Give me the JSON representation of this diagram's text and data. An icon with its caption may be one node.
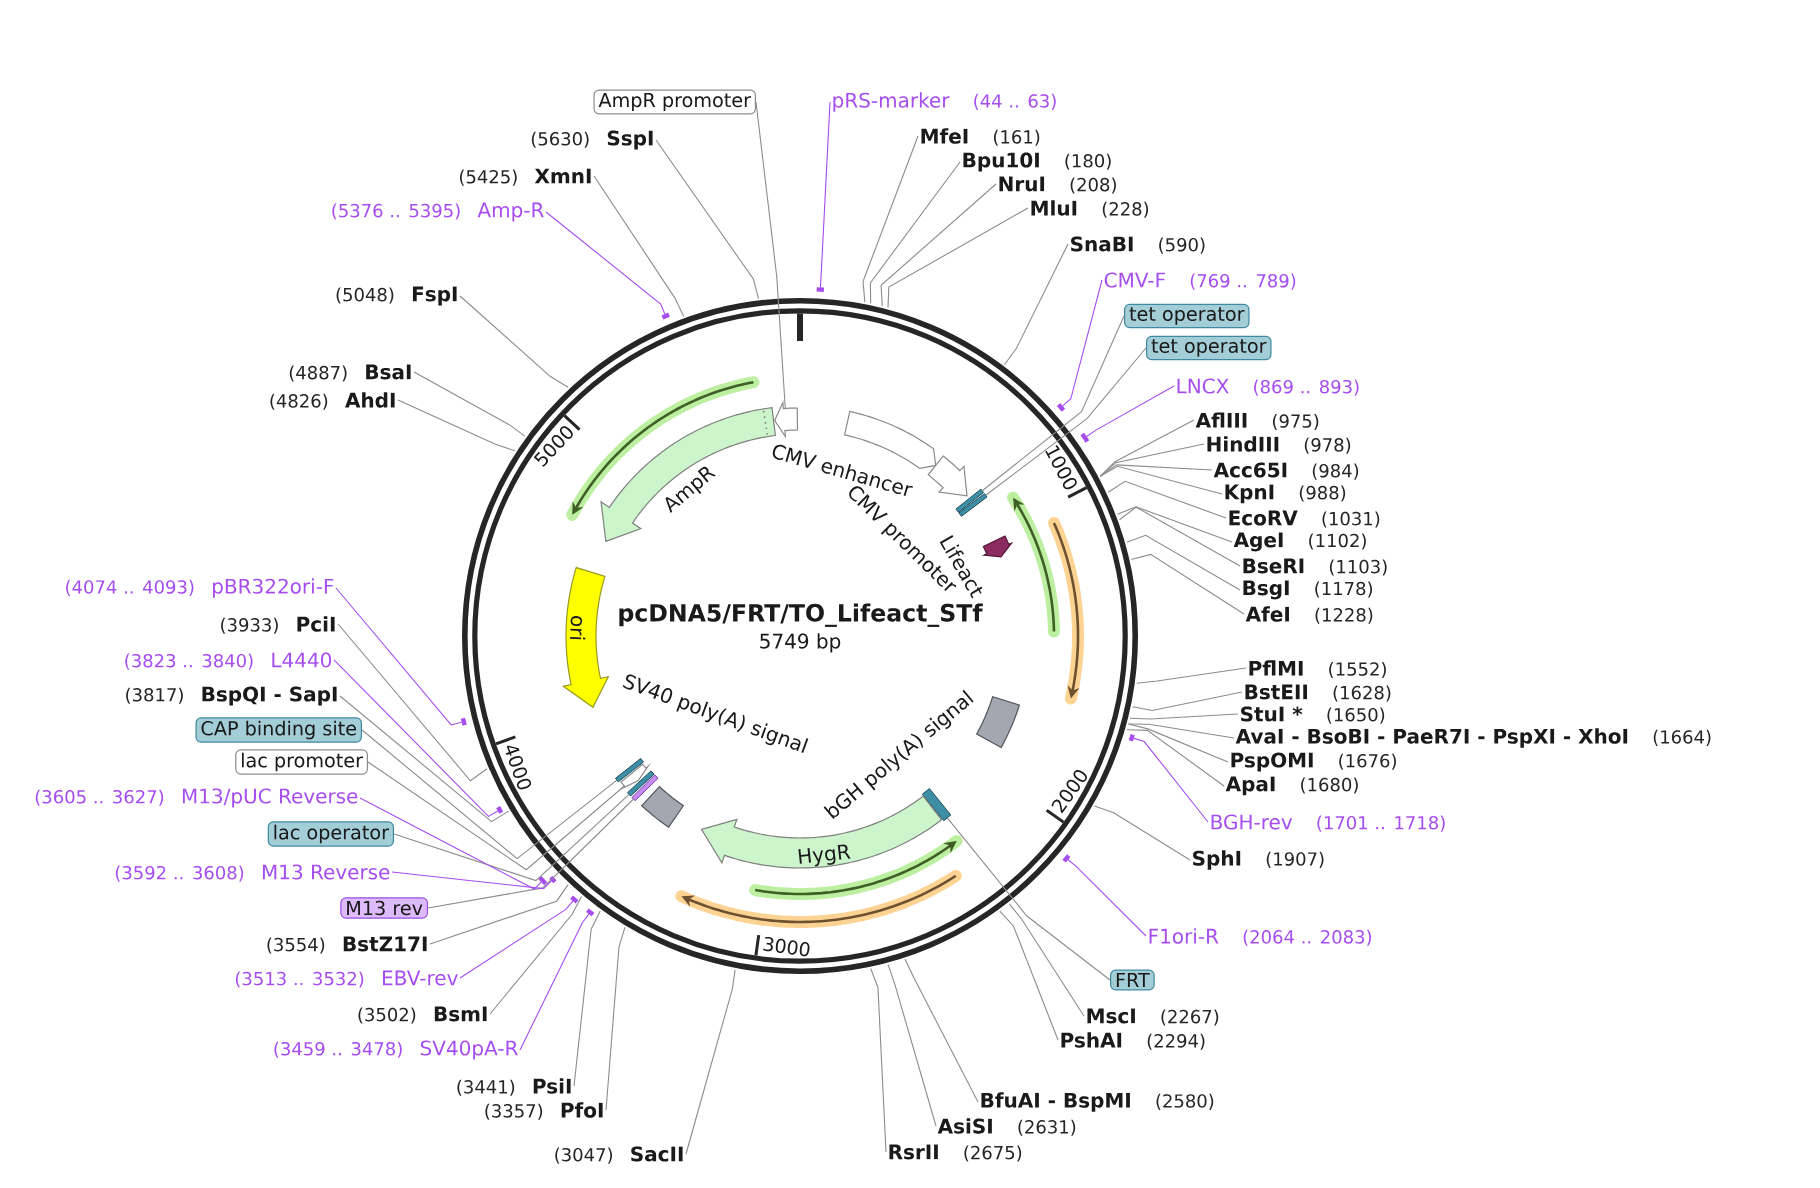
{
  "diagram": {
    "nodes": [
      {
        "text": [
          "pcDNA5/FRT/TO_Lifeact_STf",
          "5749 bp"
        ]
      },
      {
        "text": [
          "CMV enhancer"
        ],
        "in": 0
      },
      {
        "text": [
          "CMV promoter"
        ],
        "in": 0
      },
      {
        "text": [],
        "shape": "box",
        "in": 0
      },
      {
        "text": [],
        "shape": "box",
        "in": 0
      },
      {
        "text": [
          "Lifeact"
        ],
        "in": 0
      },
      {
        "text": [
          "bGH poly(A) signal"
        ],
        "in": 0
      },
      {
        "text": [],
        "shape": "box",
        "in": 0
      },
      {
        "text": [
          "HygR"
        ],
        "in": 0
      },
      {
        "text": [
          "SV40 poly(A) signal"
        ],
        "in": 0
      },
      {
        "text": [],
        "shape": "box",
        "in": 0
      },
      {
        "text": [],
        "shape": "box",
        "in": 0
      },
      {
        "text": [],
        "shape": "arrow",
        "in": 0
      },
      {
        "text": [],
        "shape": "box",
        "in": 0
      },
      {
        "text": [
          "ori"
        ],
        "in": 0
      },
      {
        "text": [
          "AmpR"
        ],
        "in": 0
      },
      {
        "text": [],
        "shape": "arrow",
        "in": 0
      },
      {
        "text": [
          "pRS-marker"
        ],
        "beside": [
          "(44 .. 63)"
        ]
      },
      {
        "text": [
          "MfeI"
        ],
        "beside": [
          "(161)"
        ]
      },
      {
        "text": [
          "Bpu10I"
        ],
        "beside": [
          "(180)"
        ]
      },
      {
        "text": [
          "NruI"
        ],
        "beside": [
          "(208)"
        ]
      },
      {
        "text": [
          "MluI"
        ],
        "beside": [
          "(228)"
        ]
      },
      {
        "text": [
          "SnaBI"
        ],
        "beside": [
          "(590)"
        ]
      },
      {
        "text": [
          "CMV-F"
        ],
        "beside": [
          "(769 .. 789)"
        ]
      },
      {
        "text": [
          "tet operator"
        ]
      },
      {
        "text": [
          "tet operator"
        ]
      },
      {
        "text": [
          "LNCX"
        ],
        "beside": [
          "(869 .. 893)"
        ]
      },
      {
        "text": [
          "AflIII"
        ],
        "beside": [
          "(975)"
        ]
      },
      {
        "text": [
          "HindIII"
        ],
        "beside": [
          "(978)"
        ]
      },
      {
        "text": [
          "Acc65I"
        ],
        "beside": [
          "(984)"
        ]
      },
      {
        "text": [
          "KpnI"
        ],
        "beside": [
          "(988)"
        ]
      },
      {
        "text": [
          "EcoRV"
        ],
        "beside": [
          "(1031)"
        ]
      },
      {
        "text": [
          "AgeI"
        ],
        "beside": [
          "(1102)"
        ]
      },
      {
        "text": [
          "BseRI"
        ],
        "beside": [
          "(1103)"
        ]
      },
      {
        "text": [
          "BsgI"
        ],
        "beside": [
          "(1178)"
        ]
      },
      {
        "text": [
          "AfeI"
        ],
        "beside": [
          "(1228)"
        ]
      },
      {
        "text": [
          "PflMI"
        ],
        "beside": [
          "(1552)"
        ]
      },
      {
        "text": [
          "BstEII"
        ],
        "beside": [
          "(1628)"
        ]
      },
      {
        "text": [
          "StuI *"
        ],
        "beside": [
          "(1650)"
        ]
      },
      {
        "text": [
          "AvaI - BsoBI - PaeR7I - PspXI - XhoI"
        ],
        "beside": [
          "(1664)"
        ]
      },
      {
        "text": [
          "PspOMI"
        ],
        "beside": [
          "(1676)"
        ]
      },
      {
        "text": [
          "ApaI"
        ],
        "beside": [
          "(1680)"
        ]
      },
      {
        "text": [
          "BGH-rev"
        ],
        "beside": [
          "(1701 .. 1718)"
        ]
      },
      {
        "text": [
          "SphI"
        ],
        "beside": [
          "(1907)"
        ]
      },
      {
        "text": [
          "F1ori-R"
        ],
        "beside": [
          "(2064 .. 2083)"
        ]
      },
      {
        "text": [
          "FRT"
        ]
      },
      {
        "text": [
          "MscI"
        ],
        "beside": [
          "(2267)"
        ]
      },
      {
        "text": [
          "PshAI"
        ],
        "beside": [
          "(2294)"
        ]
      },
      {
        "text": [
          "BfuAI - BspMI"
        ],
        "beside": [
          "(2580)"
        ]
      },
      {
        "text": [
          "AsiSI"
        ],
        "beside": [
          "(2631)"
        ]
      },
      {
        "text": [
          "RsrII"
        ],
        "beside": [
          "(2675)"
        ]
      },
      {
        "text": [
          "SacII"
        ],
        "beside": [
          "(3047)"
        ]
      },
      {
        "text": [
          "PfoI"
        ],
        "beside": [
          "(3357)"
        ]
      },
      {
        "text": [
          "PsiI"
        ],
        "beside": [
          "(3441)"
        ]
      },
      {
        "text": [
          "SV40pA-R"
        ],
        "beside": [
          "(3459 .. 3478)"
        ]
      },
      {
        "text": [
          "BsmI"
        ],
        "beside": [
          "(3502)"
        ]
      },
      {
        "text": [
          "EBV-rev"
        ],
        "beside": [
          "(3513 .. 3532)"
        ]
      },
      {
        "text": [
          "BstZ17I"
        ],
        "beside": [
          "(3554)"
        ]
      },
      {
        "text": [
          "M13 rev"
        ]
      },
      {
        "text": [
          "M13 Reverse"
        ],
        "beside": [
          "(3592 .. 3608)"
        ]
      },
      {
        "text": [
          "lac operator"
        ]
      },
      {
        "text": [
          "M13/pUC Reverse"
        ],
        "beside": [
          "(3605 .. 3627)"
        ]
      },
      {
        "text": [
          "lac promoter"
        ]
      },
      {
        "text": [
          "CAP binding site"
        ]
      },
      {
        "text": [
          "BspQI - SapI"
        ],
        "beside": [
          "(3817)"
        ]
      },
      {
        "text": [
          "L4440"
        ],
        "beside": [
          "(3823 .. 3840)"
        ]
      },
      {
        "text": [
          "PciI"
        ],
        "beside": [
          "(3933)"
        ]
      },
      {
        "text": [
          "pBR322ori-F"
        ],
        "beside": [
          "(4074 .. 4093)"
        ]
      },
      {
        "text": [
          "AhdI"
        ],
        "beside": [
          "(4826)"
        ]
      },
      {
        "text": [
          "BsaI"
        ],
        "beside": [
          "(4887)"
        ]
      },
      {
        "text": [
          "FspI"
        ],
        "beside": [
          "(5048)"
        ]
      },
      {
        "text": [
          "Amp-R"
        ],
        "beside": [
          "(5376 .. 5395)"
        ]
      },
      {
        "text": [
          "XmnI"
        ],
        "beside": [
          "(5425)"
        ]
      },
      {
        "text": [
          "SspI"
        ],
        "beside": [
          "(5630)"
        ]
      },
      {
        "text": [
          "AmpR promoter"
        ]
      },
      {
        "text": [],
        "shape": "bar"
      },
      {
        "text": [],
        "shape": "bar"
      },
      {
        "text": [],
        "shape": "bar"
      },
      {
        "text": [],
        "shape": "bar"
      },
      {
        "text": [],
        "shape": "bar"
      },
      {
        "text": [],
        "shape": "bar"
      },
      {
        "text": [],
        "shape": "bar"
      },
      {
        "text": [],
        "shape": "bar"
      },
      {
        "text": [],
        "shape": "bar"
      },
      {
        "text": [],
        "shape": "bar"
      },
      {
        "text": [],
        "shape": "bar"
      },
      {
        "text": [],
        "shape": "bar"
      }
    ],
    "edges": [
      {
        "from": 17,
        "to": 75,
        "arrow": "none",
        "color": "#a64df0"
      },
      {
        "from": 18,
        "to": 0,
        "arrow": "none"
      },
      {
        "from": 19,
        "to": 0,
        "arrow": "none"
      },
      {
        "from": 20,
        "to": 0,
        "arrow": "none"
      },
      {
        "from": 21,
        "to": 0,
        "arrow": "none"
      },
      {
        "from": 22,
        "to": 0,
        "arrow": "none"
      },
      {
        "from": 23,
        "to": 76,
        "arrow": "none",
        "color": "#a64df0"
      },
      {
        "from": 24,
        "to": 3,
        "arrow": "none"
      },
      {
        "from": 25,
        "to": 4,
        "arrow": "none"
      },
      {
        "from": 26,
        "to": 77,
        "arrow": "none",
        "color": "#a64df0"
      },
      {
        "from": 27,
        "to": 0,
        "arrow": "none"
      },
      {
        "from": 28,
        "to": 0,
        "arrow": "none"
      },
      {
        "from": 29,
        "to": 0,
        "arrow": "none"
      },
      {
        "from": 30,
        "to": 0,
        "arrow": "none"
      },
      {
        "from": 31,
        "to": 0,
        "arrow": "none"
      },
      {
        "from": 32,
        "to": 0,
        "arrow": "none"
      },
      {
        "from": 33,
        "to": 0,
        "arrow": "none"
      },
      {
        "from": 34,
        "to": 0,
        "arrow": "none"
      },
      {
        "from": 35,
        "to": 0,
        "arrow": "none"
      },
      {
        "from": 36,
        "to": 0,
        "arrow": "none"
      },
      {
        "from": 37,
        "to": 0,
        "arrow": "none"
      },
      {
        "from": 38,
        "to": 0,
        "arrow": "none"
      },
      {
        "from": 39,
        "to": 0,
        "arrow": "none"
      },
      {
        "from": 40,
        "to": 0,
        "arrow": "none"
      },
      {
        "from": 41,
        "to": 0,
        "arrow": "none"
      },
      {
        "from": 42,
        "to": 78,
        "arrow": "none",
        "color": "#a64df0"
      },
      {
        "from": 43,
        "to": 0,
        "arrow": "none"
      },
      {
        "from": 44,
        "to": 79,
        "arrow": "none",
        "color": "#a64df0"
      },
      {
        "from": 45,
        "to": 7,
        "arrow": "none"
      },
      {
        "from": 46,
        "to": 0,
        "arrow": "none"
      },
      {
        "from": 47,
        "to": 0,
        "arrow": "none"
      },
      {
        "from": 48,
        "to": 0,
        "arrow": "none"
      },
      {
        "from": 49,
        "to": 0,
        "arrow": "none"
      },
      {
        "from": 50,
        "to": 0,
        "arrow": "none"
      },
      {
        "from": 51,
        "to": 0,
        "arrow": "none"
      },
      {
        "from": 52,
        "to": 0,
        "arrow": "none"
      },
      {
        "from": 53,
        "to": 0,
        "arrow": "none"
      },
      {
        "from": 54,
        "to": 80,
        "arrow": "none",
        "color": "#a64df0"
      },
      {
        "from": 55,
        "to": 0,
        "arrow": "none"
      },
      {
        "from": 56,
        "to": 81,
        "arrow": "none",
        "color": "#a64df0"
      },
      {
        "from": 57,
        "to": 0,
        "arrow": "none"
      },
      {
        "from": 58,
        "to": 10,
        "arrow": "none"
      },
      {
        "from": 59,
        "to": 82,
        "arrow": "none",
        "color": "#a64df0"
      },
      {
        "from": 60,
        "to": 11,
        "arrow": "none"
      },
      {
        "from": 61,
        "to": 83,
        "arrow": "none",
        "color": "#a64df0"
      },
      {
        "from": 62,
        "to": 12,
        "arrow": "none"
      },
      {
        "from": 63,
        "to": 13,
        "arrow": "none"
      },
      {
        "from": 64,
        "to": 0,
        "arrow": "none"
      },
      {
        "from": 65,
        "to": 84,
        "arrow": "none",
        "color": "#a64df0"
      },
      {
        "from": 66,
        "to": 0,
        "arrow": "none"
      },
      {
        "from": 67,
        "to": 85,
        "arrow": "none",
        "color": "#a64df0"
      },
      {
        "from": 68,
        "to": 0,
        "arrow": "none"
      },
      {
        "from": 69,
        "to": 0,
        "arrow": "none"
      },
      {
        "from": 70,
        "to": 0,
        "arrow": "none"
      },
      {
        "from": 71,
        "to": 86,
        "arrow": "none",
        "color": "#a64df0"
      },
      {
        "from": 72,
        "to": 0,
        "arrow": "none"
      },
      {
        "from": 73,
        "to": 0,
        "arrow": "none"
      },
      {
        "from": 74,
        "to": 16,
        "arrow": "none"
      }
    ],
    "labels": [
      "1000",
      "2000",
      "3000",
      "4000",
      "5000"
    ]
  }
}
